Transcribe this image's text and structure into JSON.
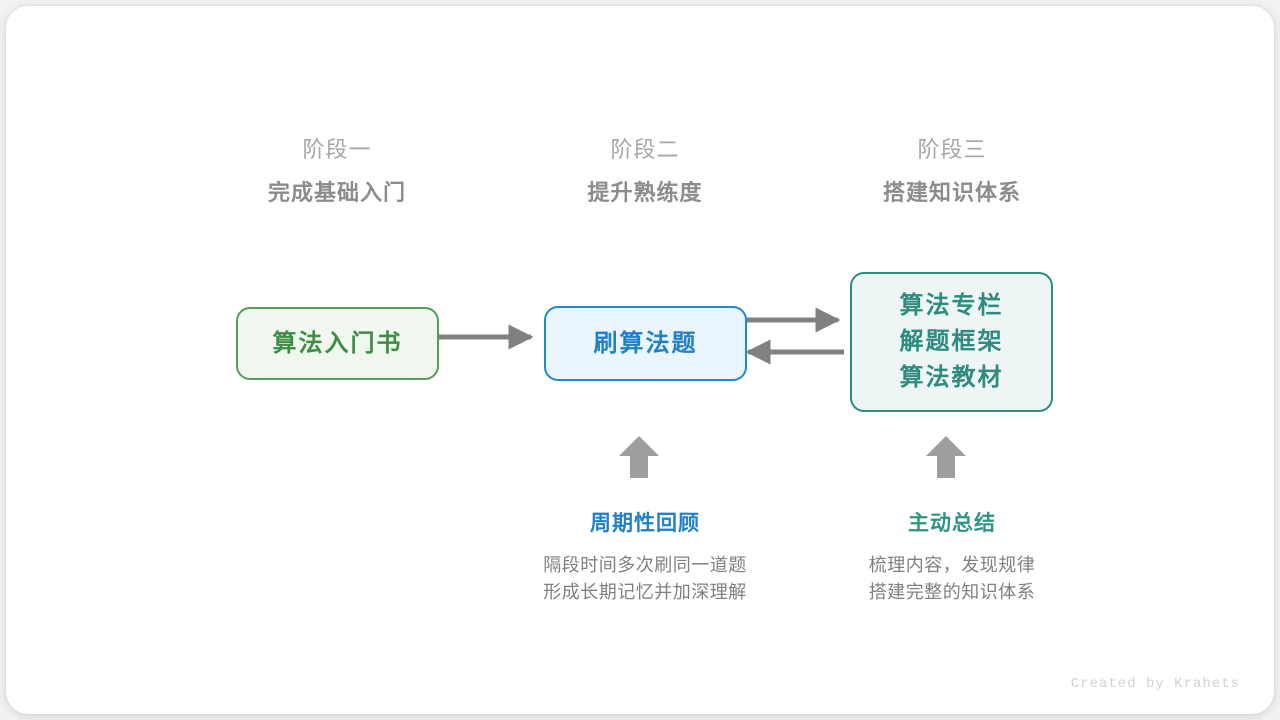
{
  "diagram": {
    "credit": "Created by Krahets",
    "colors": {
      "green": "#589c5a",
      "green_text": "#3f8c45",
      "green_fill": "#eff7ef",
      "blue": "#2288d4",
      "blue_text": "#2480c4",
      "blue_fill": "#eaf5fd",
      "teal": "#2f8a80",
      "teal_text": "#2f8a80",
      "teal_fill": "#edf6f4",
      "gray_arrow": "#808080",
      "gray_up_arrow": "#9e9e9e",
      "heading_gray": "#8c8c8c",
      "subheading_gray": "#a6a6a6",
      "body_gray": "#808080"
    },
    "stages": [
      {
        "label": "阶段一",
        "title": "完成基础入门"
      },
      {
        "label": "阶段二",
        "title": "提升熟练度"
      },
      {
        "label": "阶段三",
        "title": "搭建知识体系"
      }
    ],
    "nodes": [
      {
        "id": "book",
        "lines": [
          "算法入门书"
        ]
      },
      {
        "id": "practice",
        "lines": [
          "刷算法题"
        ]
      },
      {
        "id": "resources",
        "lines": [
          "算法专栏",
          "解题框架",
          "算法教材"
        ]
      }
    ],
    "notes": [
      {
        "id": "review",
        "title": "周期性回顾",
        "body": [
          "隔段时间多次刷同一道题",
          "形成长期记忆并加深理解"
        ]
      },
      {
        "id": "summary",
        "title": "主动总结",
        "body": [
          "梳理内容，发现规律",
          "搭建完整的知识体系"
        ]
      }
    ]
  }
}
